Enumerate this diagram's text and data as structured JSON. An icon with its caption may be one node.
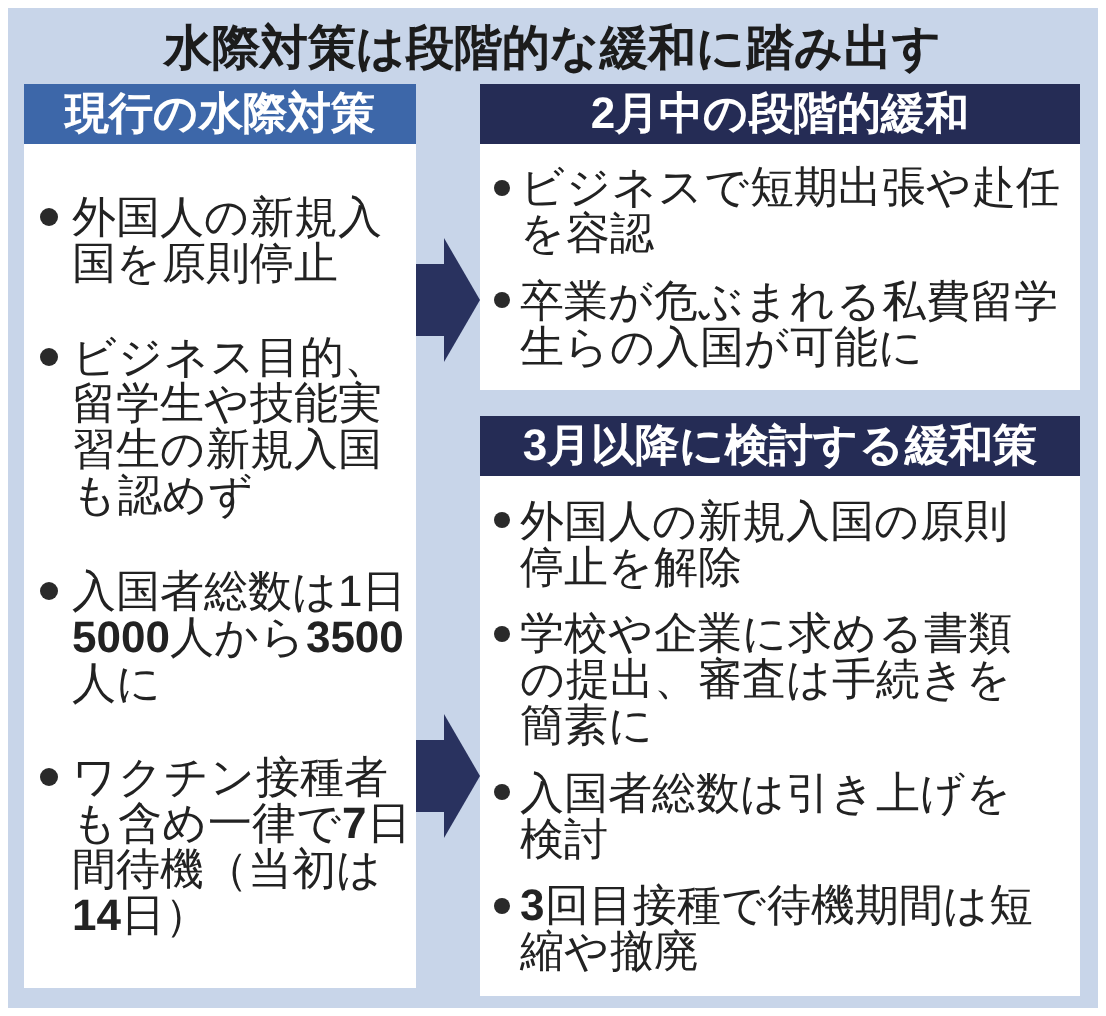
{
  "diagram": {
    "title": "水際対策は段階的な緩和に踏み出す",
    "nodes": [
      {
        "text": [
          "現行の水際対策",
          "外国人の新規入国を原則停止",
          "ビジネス目的、留学生や技能実習生の新規入国も認めず",
          "入国者総数は1日**5000**人から**3500**人に",
          "ワクチン接種者も含め一律で**7**日間待機（当初は**14**日）"
        ]
      },
      {
        "text": [
          "2月中の段階的緩和",
          "ビジネスで短期出張や赴任を容認",
          "卒業が危ぶまれる私費留学生らの入国が可能に"
        ]
      },
      {
        "text": [
          "3月以降に検討する緩和策",
          "外国人の新規入国の原則停止を解除",
          "学校や企業に求める書類の提出、審査は手続きを簡素に",
          "入国者総数は引き上げを検討",
          "**3**回目接種で待機期間は短縮や撤廃"
        ]
      }
    ],
    "edges": [
      {
        "from": 0,
        "to": 1,
        "arrow": "to"
      },
      {
        "from": 0,
        "to": 2,
        "arrow": "to"
      }
    ]
  }
}
